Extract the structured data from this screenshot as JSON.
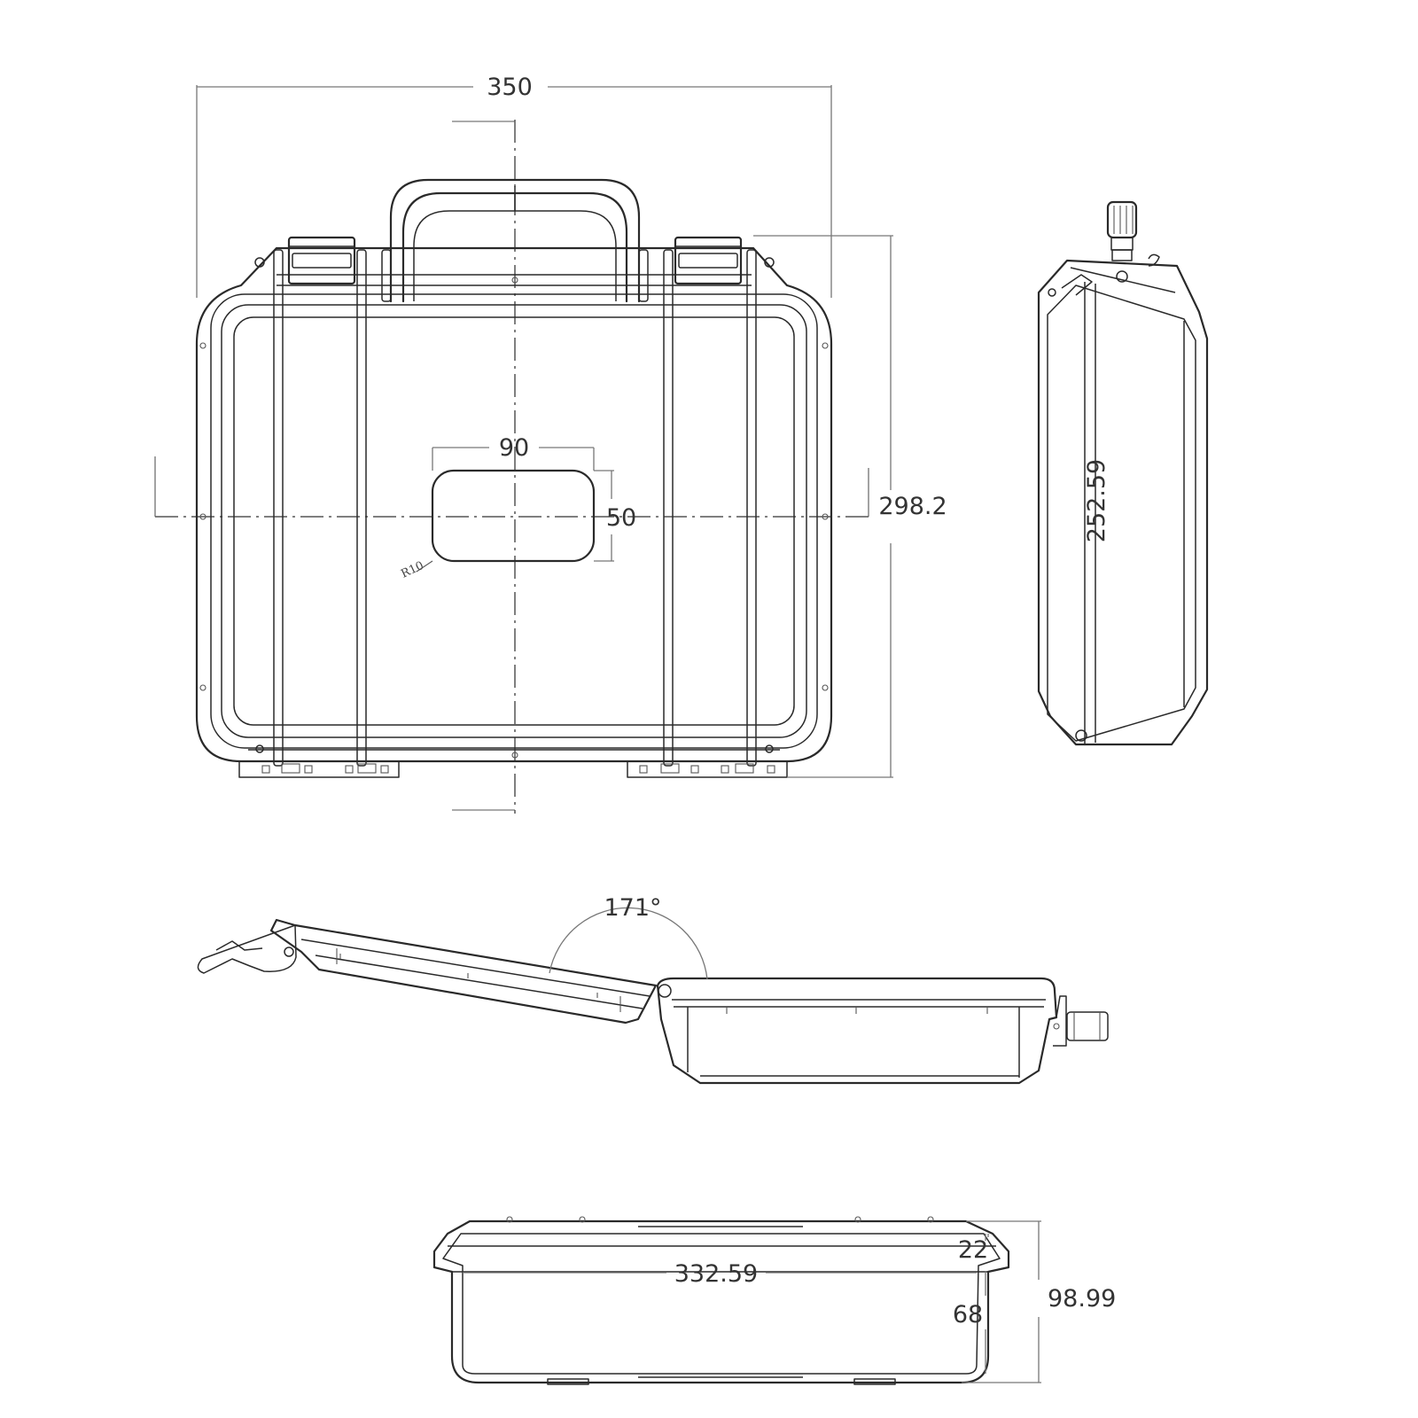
{
  "dimensions": {
    "width_overall": "350",
    "height_overall": "298.2",
    "label_width": "90",
    "label_height": "50",
    "label_radius": "R10",
    "side_inner_height": "252.59",
    "open_angle": "171°",
    "bottom_inner_length": "332.59",
    "lid_depth": "22",
    "base_depth": "68",
    "total_depth": "98.99"
  },
  "colors": {
    "line": "#2a2a2a",
    "dimension": "#777777",
    "background": "#ffffff"
  }
}
